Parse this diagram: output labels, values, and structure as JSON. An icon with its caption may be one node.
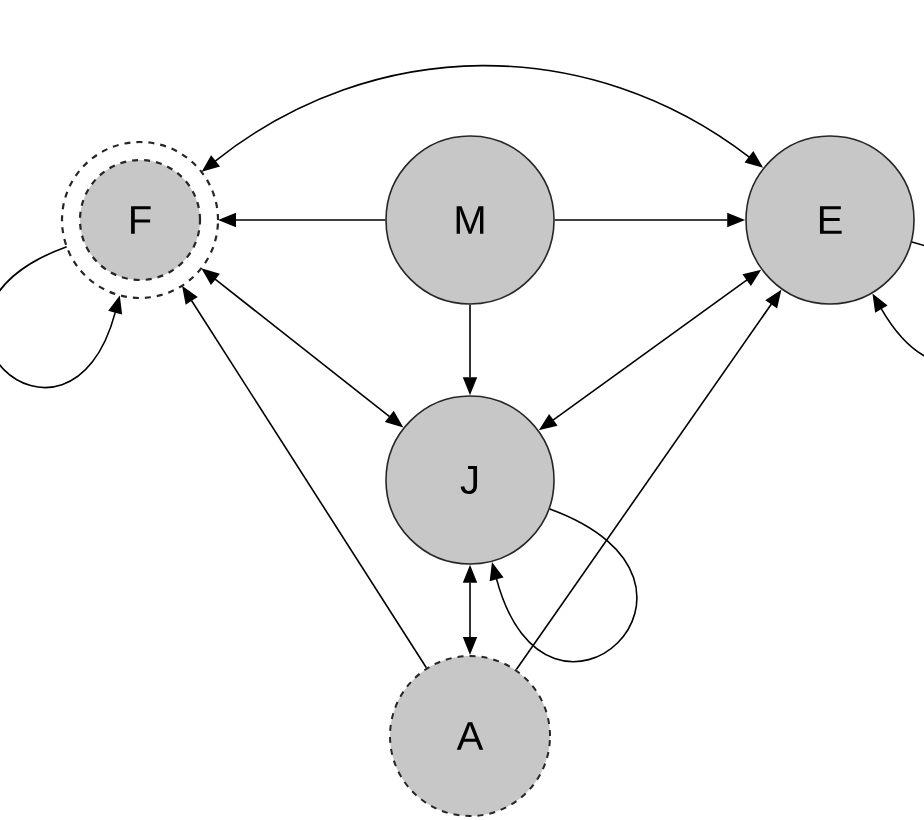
{
  "diagram": {
    "nodes": [
      {
        "text": [
          "F"
        ]
      },
      {
        "text": [
          "M"
        ]
      },
      {
        "text": [
          "E"
        ]
      },
      {
        "text": [
          "J"
        ]
      },
      {
        "text": [
          "A"
        ]
      }
    ],
    "edges": [
      {
        "from": 2,
        "to": 0,
        "arrow": "both"
      },
      {
        "from": 1,
        "to": 0,
        "arrow": "to"
      },
      {
        "from": 1,
        "to": 2,
        "arrow": "to"
      },
      {
        "from": 1,
        "to": 3,
        "arrow": "to"
      },
      {
        "from": 0,
        "to": 3,
        "arrow": "both"
      },
      {
        "from": 2,
        "to": 3,
        "arrow": "both"
      },
      {
        "from": 3,
        "to": 4,
        "arrow": "both"
      },
      {
        "from": 4,
        "to": 0,
        "arrow": "to"
      },
      {
        "from": 4,
        "to": 2,
        "arrow": "to"
      },
      {
        "from": 0,
        "to": 0,
        "arrow": "to"
      },
      {
        "from": 2,
        "to": 2,
        "arrow": "to"
      },
      {
        "from": 3,
        "to": 3,
        "arrow": "to"
      }
    ]
  }
}
